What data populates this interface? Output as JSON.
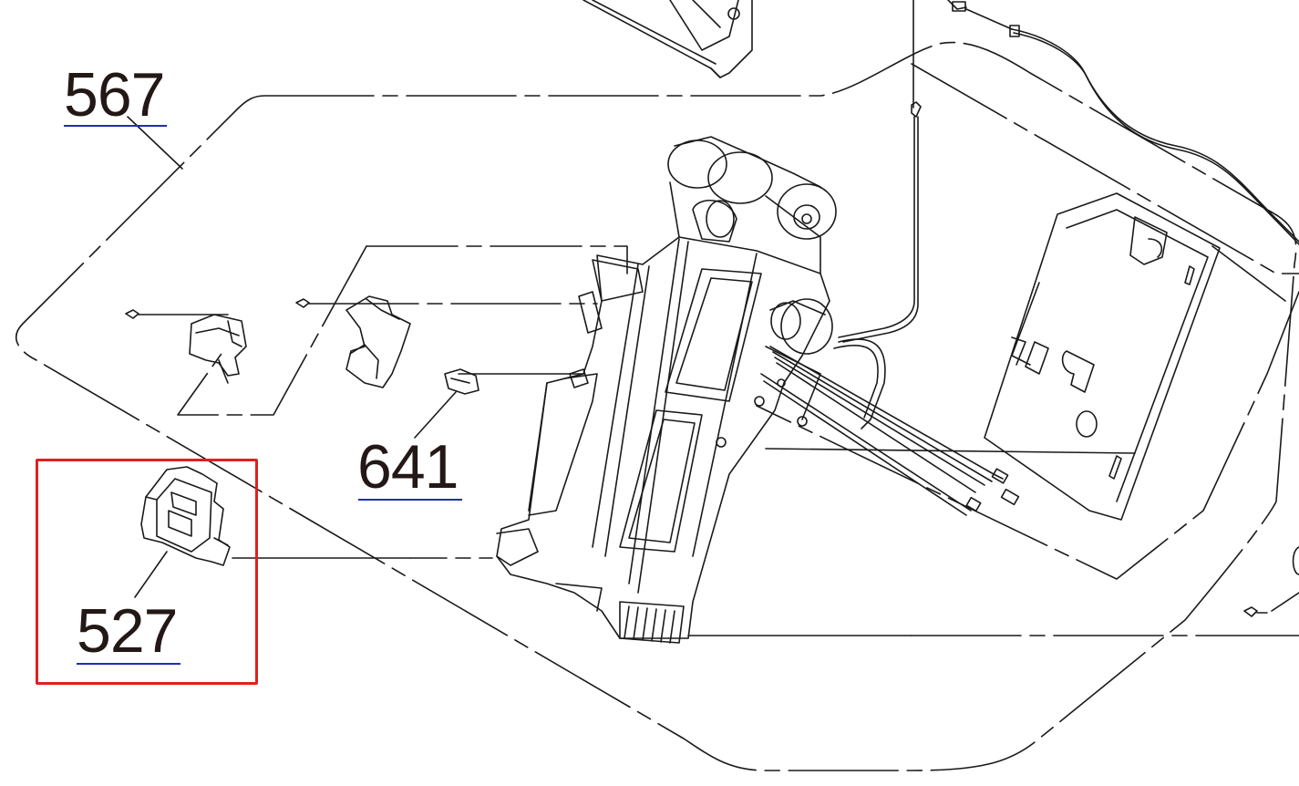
{
  "callouts": {
    "c567": "567",
    "c641": "641",
    "c527": "527"
  },
  "colors": {
    "line": "#1a1a1a",
    "callout_text": "#231815",
    "underline": "#1f2fb0",
    "highlight": "#e02020"
  }
}
